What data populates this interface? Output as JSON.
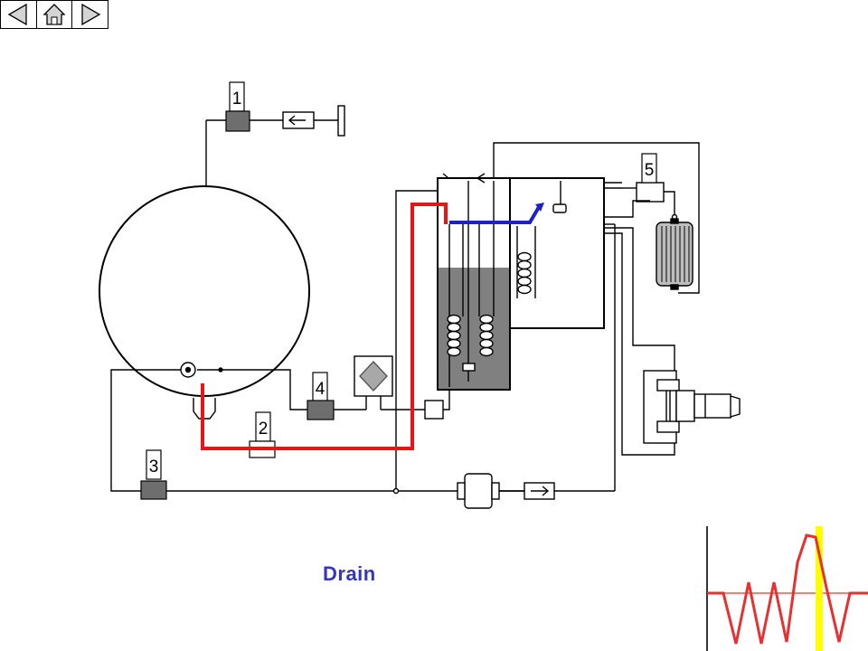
{
  "nav": {
    "back_icon": "triangle-left-icon",
    "home_icon": "home-icon",
    "forward_icon": "triangle-right-icon"
  },
  "components": {
    "c1": "1",
    "c2": "2",
    "c3": "3",
    "c4": "4",
    "c5": "5"
  },
  "caption": "Drain",
  "colors": {
    "drain_path": "#e8141a",
    "vapor_path": "#1a22c8",
    "caption": "#3535c0",
    "liquid": "#808080",
    "wave_line": "#e83030",
    "wave_marker": "#ffff00",
    "wave_baseline": "#ff5050"
  }
}
